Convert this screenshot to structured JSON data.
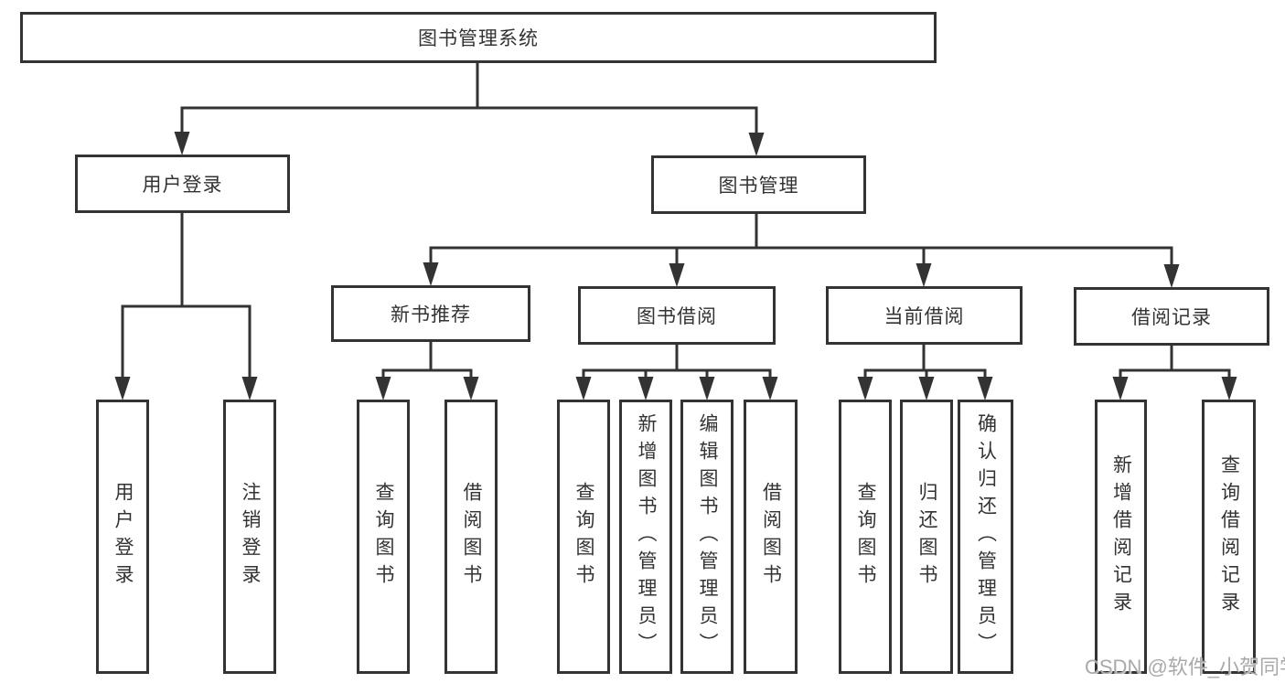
{
  "tree": {
    "root": "图书管理系统",
    "children": [
      {
        "label": "用户登录",
        "children": [
          "用户登录",
          "注销登录"
        ]
      },
      {
        "label": "图书管理",
        "children": [
          {
            "label": "新书推荐",
            "children": [
              "查询图书",
              "借阅图书"
            ]
          },
          {
            "label": "图书借阅",
            "children": [
              "查询图书",
              "新增图书（管理员）",
              "编辑图书（管理员）",
              "借阅图书"
            ]
          },
          {
            "label": "当前借阅",
            "children": [
              "查询图书",
              "归还图书",
              "确认归还（管理员）"
            ]
          },
          {
            "label": "借阅记录",
            "children": [
              "新增借阅记录",
              "查询借阅记录"
            ]
          }
        ]
      }
    ]
  },
  "watermark": {
    "text": "CSDN @软件_小贺同学"
  },
  "colors": {
    "line": "#333333",
    "text": "#333333",
    "background": "#ffffff",
    "watermark": "#a9a9a9"
  }
}
